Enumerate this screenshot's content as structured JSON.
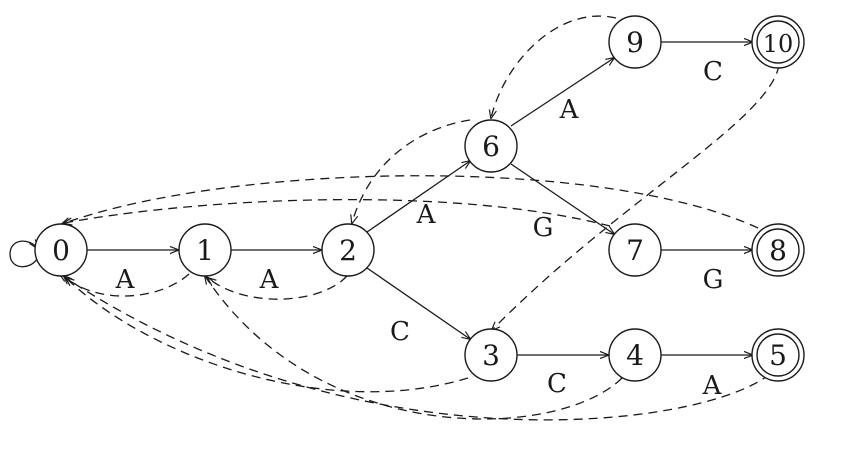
{
  "nodes": [
    {
      "id": "0",
      "label": "0",
      "accepting": false
    },
    {
      "id": "1",
      "label": "1",
      "accepting": false
    },
    {
      "id": "2",
      "label": "2",
      "accepting": false
    },
    {
      "id": "3",
      "label": "3",
      "accepting": false
    },
    {
      "id": "4",
      "label": "4",
      "accepting": false
    },
    {
      "id": "5",
      "label": "5",
      "accepting": true
    },
    {
      "id": "6",
      "label": "6",
      "accepting": false
    },
    {
      "id": "7",
      "label": "7",
      "accepting": false
    },
    {
      "id": "8",
      "label": "8",
      "accepting": true
    },
    {
      "id": "9",
      "label": "9",
      "accepting": false
    },
    {
      "id": "10",
      "label": "10",
      "accepting": true
    }
  ],
  "transitions": [
    {
      "from": "0",
      "to": "1",
      "label": "A"
    },
    {
      "from": "1",
      "to": "2",
      "label": "A"
    },
    {
      "from": "2",
      "to": "6",
      "label": "A"
    },
    {
      "from": "2",
      "to": "3",
      "label": "C"
    },
    {
      "from": "6",
      "to": "9",
      "label": "A"
    },
    {
      "from": "6",
      "to": "7",
      "label": "G"
    },
    {
      "from": "9",
      "to": "10",
      "label": "C"
    },
    {
      "from": "7",
      "to": "8",
      "label": "G"
    },
    {
      "from": "3",
      "to": "4",
      "label": "C"
    },
    {
      "from": "4",
      "to": "5",
      "label": "A"
    }
  ],
  "failure_links": [
    {
      "from": "1",
      "to": "0"
    },
    {
      "from": "2",
      "to": "1"
    },
    {
      "from": "6",
      "to": "2"
    },
    {
      "from": "9",
      "to": "6"
    },
    {
      "from": "10",
      "to": "3"
    },
    {
      "from": "7",
      "to": "0"
    },
    {
      "from": "8",
      "to": "0"
    },
    {
      "from": "3",
      "to": "0"
    },
    {
      "from": "4",
      "to": "1"
    },
    {
      "from": "5",
      "to": "0"
    }
  ]
}
